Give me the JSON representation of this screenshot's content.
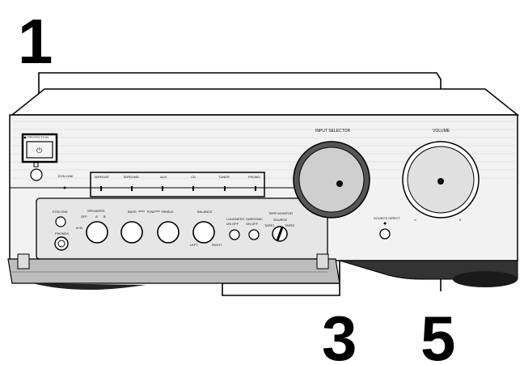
{
  "callouts": {
    "c1": "1",
    "c3": "3",
    "c5": "5"
  },
  "panel": {
    "protection": "PROTECTION",
    "eon_link": "EON LINK",
    "input_selector": "INPUT SELECTOR",
    "volume": "VOLUME",
    "source_direct": "SOURCE DIRECT"
  },
  "inputs": [
    "TAPE/DAT",
    "TAPE2/MD",
    "AUX",
    "CD",
    "TUNER",
    "PHONO"
  ],
  "lower": {
    "eon_link": "EON LINK",
    "phones": "PHONES",
    "speakers": "SPEAKERS",
    "spk_off": "OFF",
    "spk_a": "A",
    "spk_b": "B",
    "spk_ab": "A+B",
    "bass": "BASS",
    "tone": "TONE",
    "treble": "TREBLE",
    "balance": "BALANCE",
    "bal_left": "LEFT",
    "bal_right": "RIGHT",
    "loudness": "LOUDNESS",
    "loud_onoff": "ON  OFF",
    "subsonic": "SUBSONIC",
    "sub_onoff": "ON  OFF",
    "tape_monitor": "TAPE MONITOR",
    "source": "SOURCE",
    "tape1": "TAPE1",
    "tape2": "TAPE2"
  }
}
